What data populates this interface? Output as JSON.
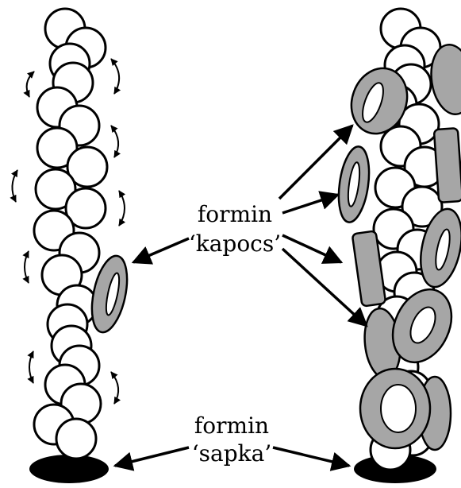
{
  "labels": {
    "cuff_line1": "formin",
    "cuff_line2": "‘kapocs’",
    "cap_line1": "formin",
    "cap_line2": "‘sapka’"
  },
  "colors": {
    "monomer_fill": "#ffffff",
    "outline": "#000000",
    "formin_ring": "#a6a6a6",
    "cap": "#000000"
  }
}
